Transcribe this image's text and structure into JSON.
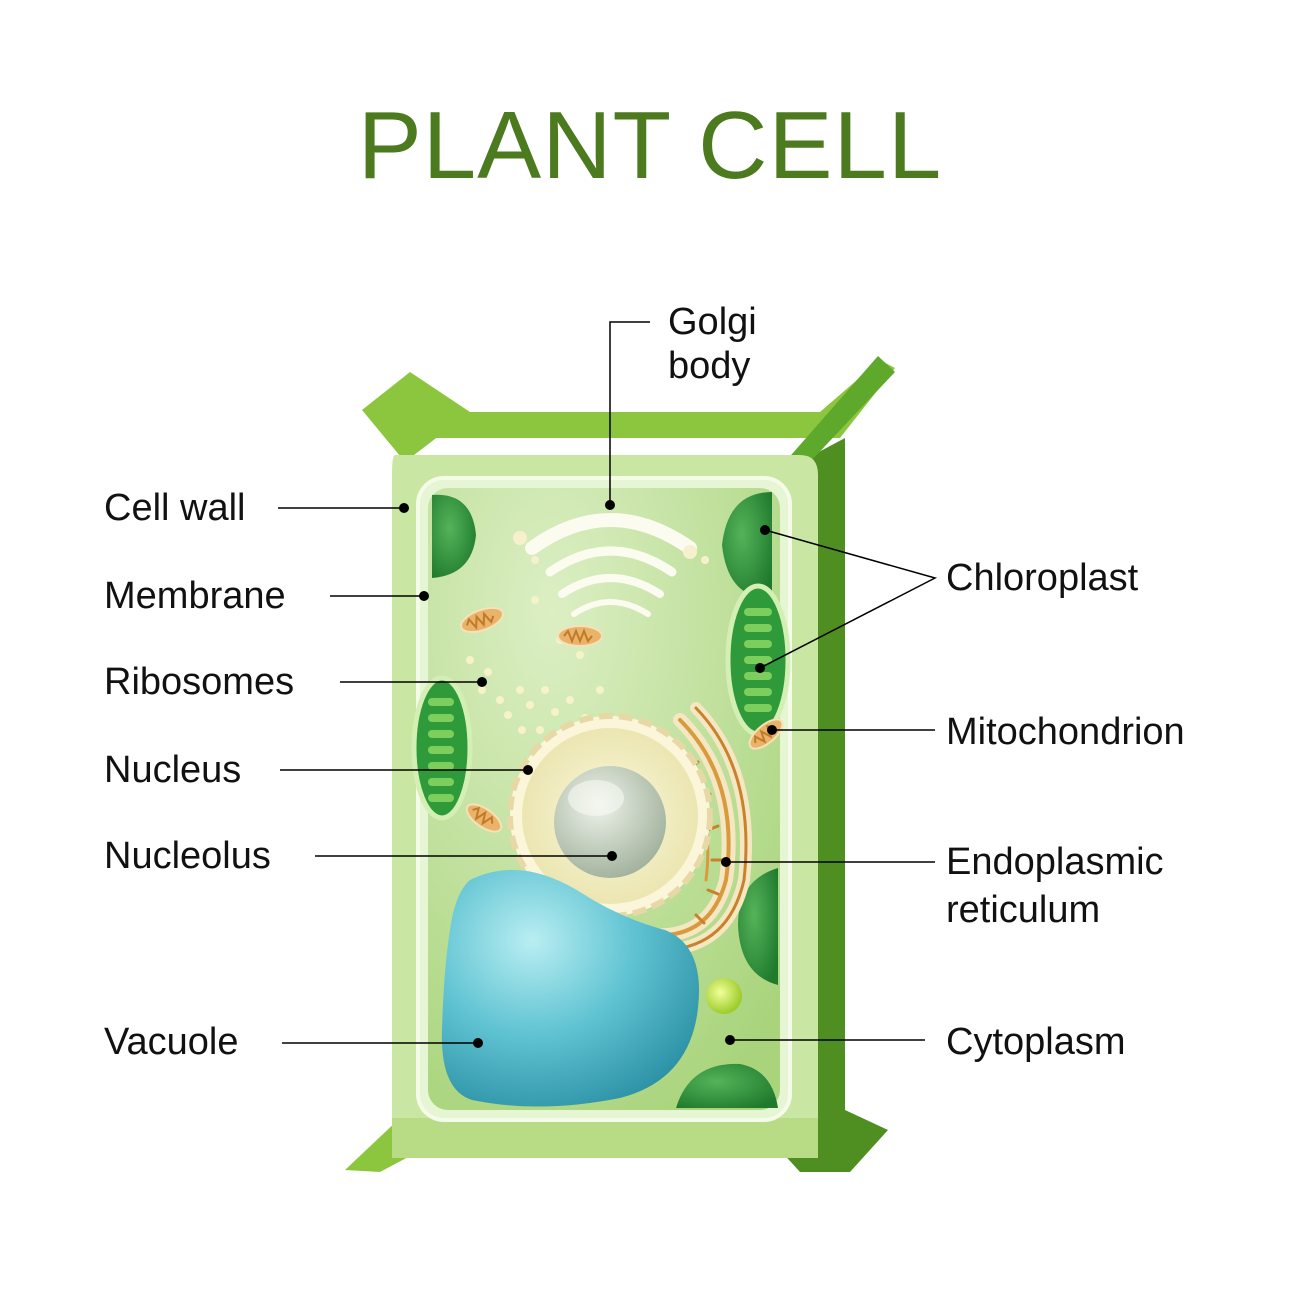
{
  "title": "PLANT CELL",
  "labels": {
    "cell_wall": "Cell wall",
    "membrane": "Membrane",
    "ribosomes": "Ribosomes",
    "nucleus": "Nucleus",
    "nucleolus": "Nucleolus",
    "vacuole": "Vacuole",
    "golgi_line1": "Golgi",
    "golgi_line2": "body",
    "chloroplast": "Chloroplast",
    "mitochondrion": "Mitochondrion",
    "er_line1": "Endoplasmic",
    "er_line2": "reticulum",
    "cytoplasm": "Cytoplasm"
  },
  "colors": {
    "title": "#4c7a1e",
    "wall_light": "#c9e6a2",
    "wall_mid": "#8cc63f",
    "wall_dark": "#4f8f22",
    "cytoplasm": "#b8dc8e",
    "chloroplast": "#2f9a3a",
    "vacuole": "#3aa6b9",
    "nucleus": "#f3efc2",
    "nucleolus": "#c8d4c0",
    "mito": "#e9b36a"
  }
}
